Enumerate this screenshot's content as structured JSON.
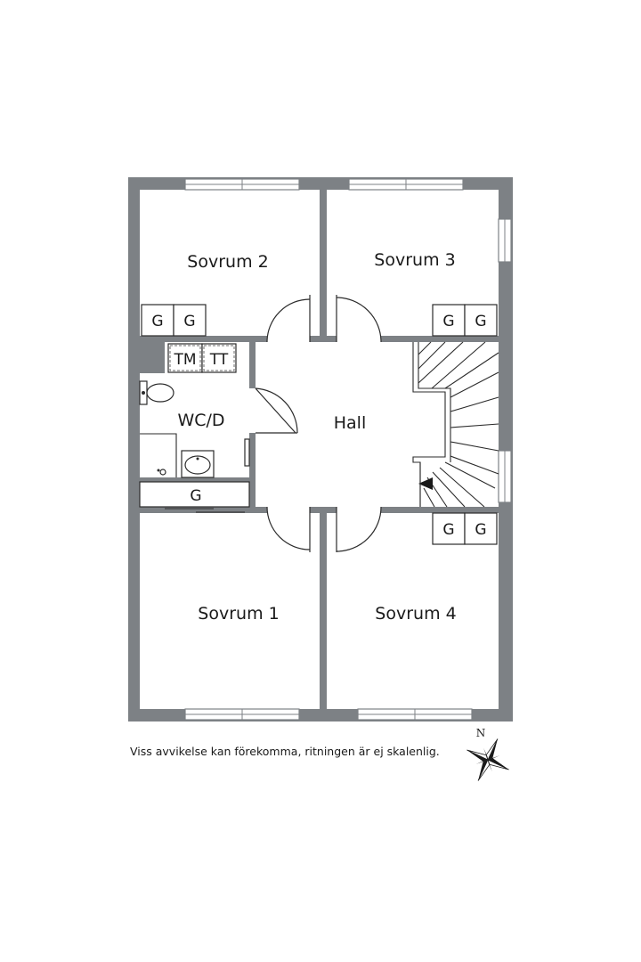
{
  "rooms": {
    "sovrum2": "Sovrum 2",
    "sovrum3": "Sovrum 3",
    "sovrum1": "Sovrum 1",
    "sovrum4": "Sovrum 4",
    "hall": "Hall",
    "wcd": "WC/D"
  },
  "fixtures": {
    "wardrobe": "G",
    "tm": "TM",
    "tt": "TT"
  },
  "disclaimer": "Viss avvikelse kan förekomma, ritningen är ej skalenlig.",
  "compass": {
    "north": "N"
  },
  "colors": {
    "wall": "#7d8185",
    "line": "#2b2b2b"
  }
}
